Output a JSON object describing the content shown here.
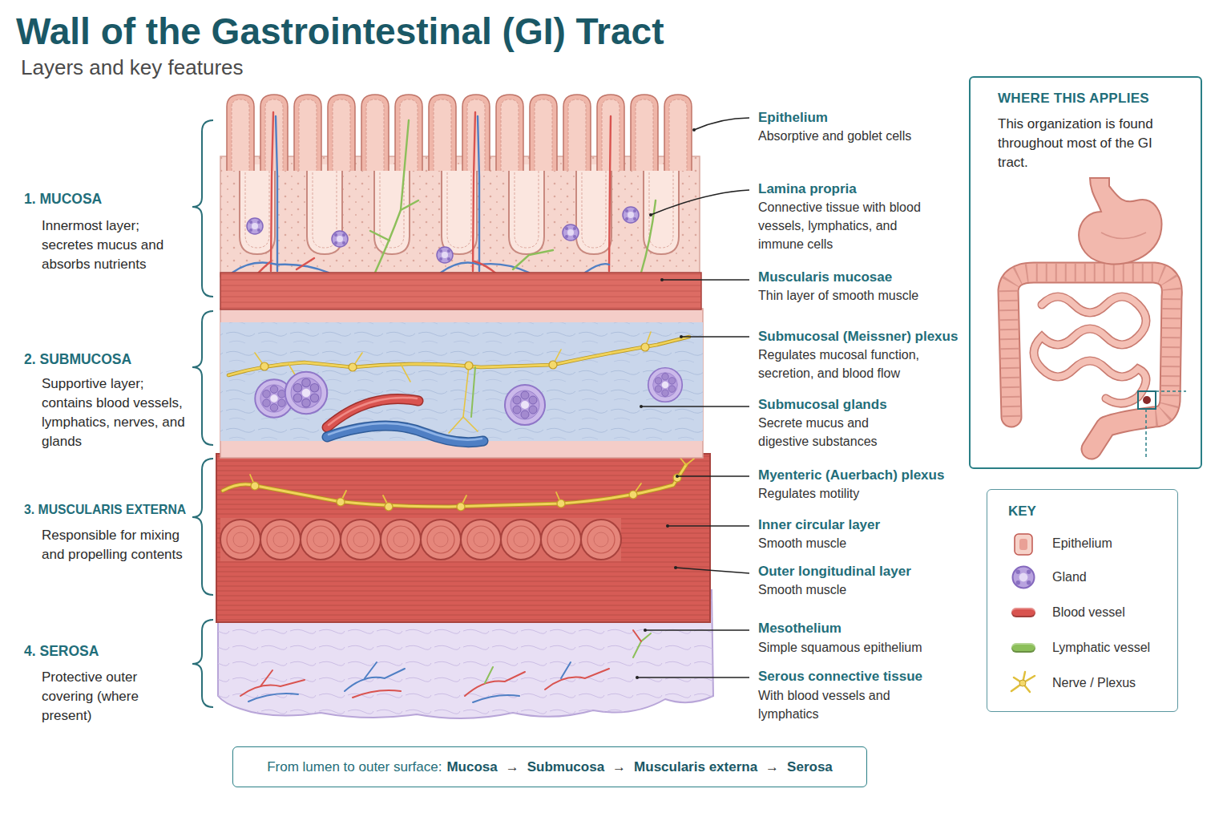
{
  "diagram": {
    "title": "Wall of the Gastrointestinal (GI) Tract",
    "nodes": [
      {
        "text": [
          "WHERE THIS APPLIES",
          "This organization is found throughout most of the GI tract."
        ]
      },
      {
        "text": [
          "KEY"
        ]
      },
      {
        "text": [
          "From lumen to outer surface:",
          "Mucosa",
          "→",
          "Submucosa",
          "→",
          "Muscularis externa",
          "→",
          "Serosa"
        ]
      }
    ],
    "labels": [
      "Layers and key features",
      "1. MUCOSA",
      "Innermost layer; secretes mucus and absorbs nutrients",
      "2. SUBMUCOSA",
      "Supportive layer; contains blood vessels, lymphatics, nerves, and glands",
      "3. MUSCULARIS EXTERNA",
      "Responsible for mixing and propelling contents",
      "4. SEROSA",
      "Protective outer covering (where present)",
      "Epithelium",
      "Absorptive and goblet cells",
      "Lamina propria",
      "Connective tissue with blood vessels, lymphatics, and immune cells",
      "Muscularis mucosae",
      "Thin layer of smooth muscle",
      "Submucosal (Meissner) plexus",
      "Regulates mucosal function, secretion, and blood flow",
      "Submucosal glands",
      "Secrete mucus and digestive substances",
      "Myenteric (Auerbach) plexus",
      "Regulates motility",
      "Inner circular layer",
      "Smooth muscle",
      "Outer longitudinal layer",
      "Smooth muscle",
      "Mesothelium",
      "Simple squamous epithelium",
      "Serous connective tissue",
      "With blood vessels and lymphatics"
    ],
    "legend": [
      {
        "text": "Epithelium"
      },
      {
        "text": "Gland"
      },
      {
        "text": "Blood vessel",
        "color": "#d9534f"
      },
      {
        "text": "Lymphatic vessel",
        "color": "#8cbf5a"
      },
      {
        "text": "Nerve / Plexus"
      }
    ]
  }
}
